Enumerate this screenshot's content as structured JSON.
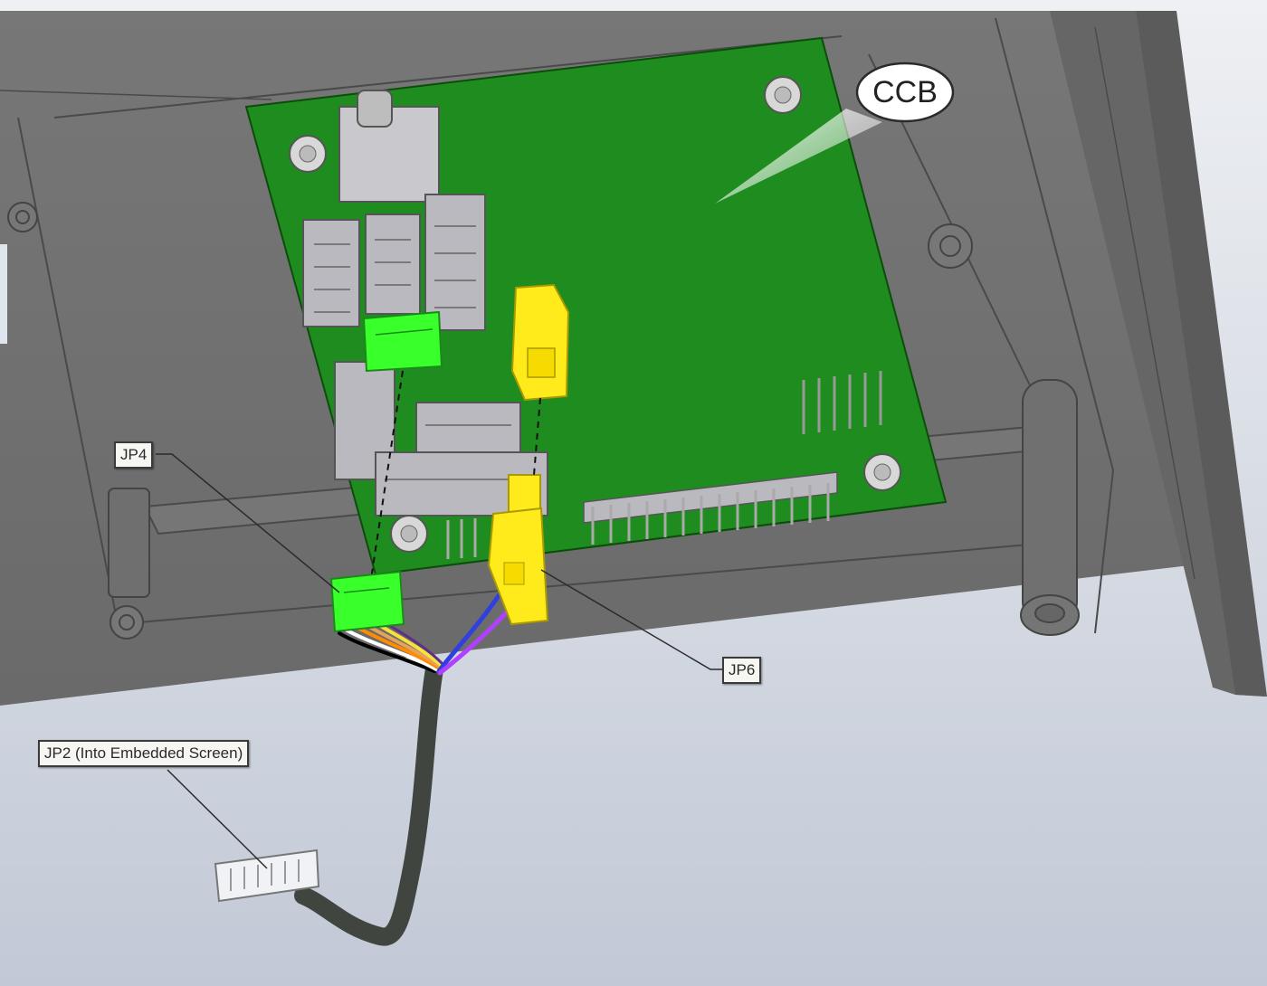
{
  "callouts": {
    "ccb": "CCB",
    "jp4": "JP4",
    "jp6": "JP6",
    "jp2": "JP2 (Into Embedded Screen)"
  },
  "colors": {
    "pcb_green": "#1e8c1e",
    "connector_green": "#39ff2a",
    "connector_yellow": "#ffea1c",
    "enclosure_gray": "#6e6e6e",
    "background_gradient": [
      "#eef0f3",
      "#c2c9d6"
    ],
    "cable_black": "#404540",
    "wire_colors": [
      "#000000",
      "#ffffff",
      "#ff8c00",
      "#e6a25a",
      "#f5e23c",
      "#5e2f86",
      "#3040e0",
      "#b040ff"
    ]
  }
}
